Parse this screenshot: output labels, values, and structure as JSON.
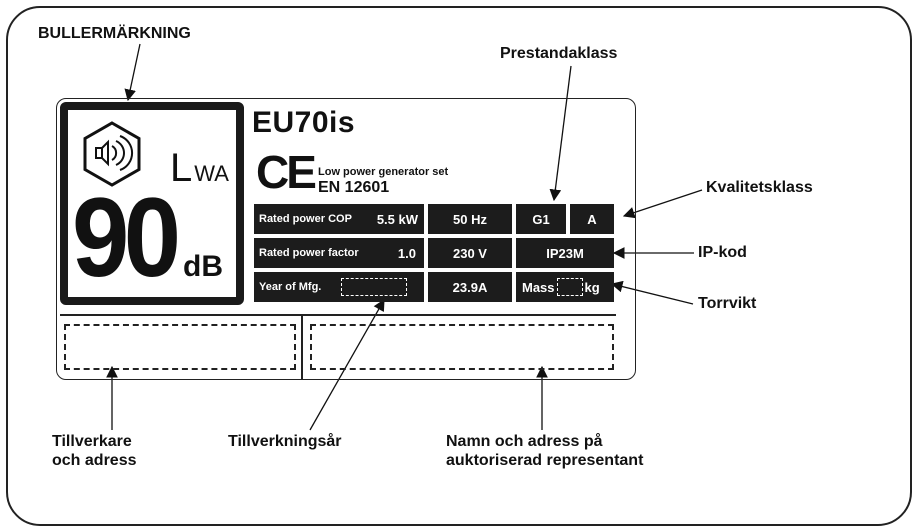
{
  "labels": {
    "noise_marking": "BULLERMÄRKNING",
    "performance_class": "Prestandaklass",
    "quality_class": "Kvalitetsklass",
    "ip_code": "IP-kod",
    "dry_weight": "Torrvikt",
    "manufacturer_line1": "Tillverkare",
    "manufacturer_line2": "och adress",
    "year_of_manufacture": "Tillverkningsår",
    "representative_line1": "Namn och adress på",
    "representative_line2": "auktoriserad representant"
  },
  "plate": {
    "model": "EU70is",
    "ce_mark": "CE",
    "product_type": "Low power generator set",
    "standard": "EN 12601",
    "lwa_symbol": "L",
    "lwa_subscript": "WA",
    "noise_value": "90",
    "noise_unit": "dB",
    "rows": [
      {
        "label": "Rated power COP",
        "value": "5.5 kW",
        "col2": "50 Hz",
        "col3a": "G1",
        "col3b": "A"
      },
      {
        "label": "Rated power factor",
        "value": "1.0",
        "col2": "230 V",
        "col3": "IP23M"
      },
      {
        "label": "Year of Mfg.",
        "col2": "23.9A",
        "mass_label": "Mass",
        "mass_unit": "kg"
      }
    ]
  },
  "icons": {
    "noise": "hexagon-speaker-icon"
  },
  "colors": {
    "ink": "#1c1c1c",
    "background": "#ffffff"
  }
}
